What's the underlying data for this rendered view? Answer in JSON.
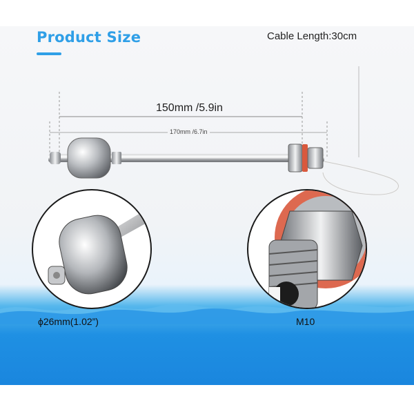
{
  "title": "Product Size",
  "cable_label": "Cable Length:30cm",
  "dimension_main": "150mm /5.9in",
  "dimension_total": "170mm /6.7in",
  "float_diameter": "ϕ26mm(1.02”)",
  "thread_size": "M10",
  "colors": {
    "accent": "#2f9fe7",
    "water": "#1f90e3",
    "seal": "#e0573e"
  },
  "icons": [
    "float-ball-icon",
    "threaded-fitting-icon",
    "cable-icon"
  ]
}
